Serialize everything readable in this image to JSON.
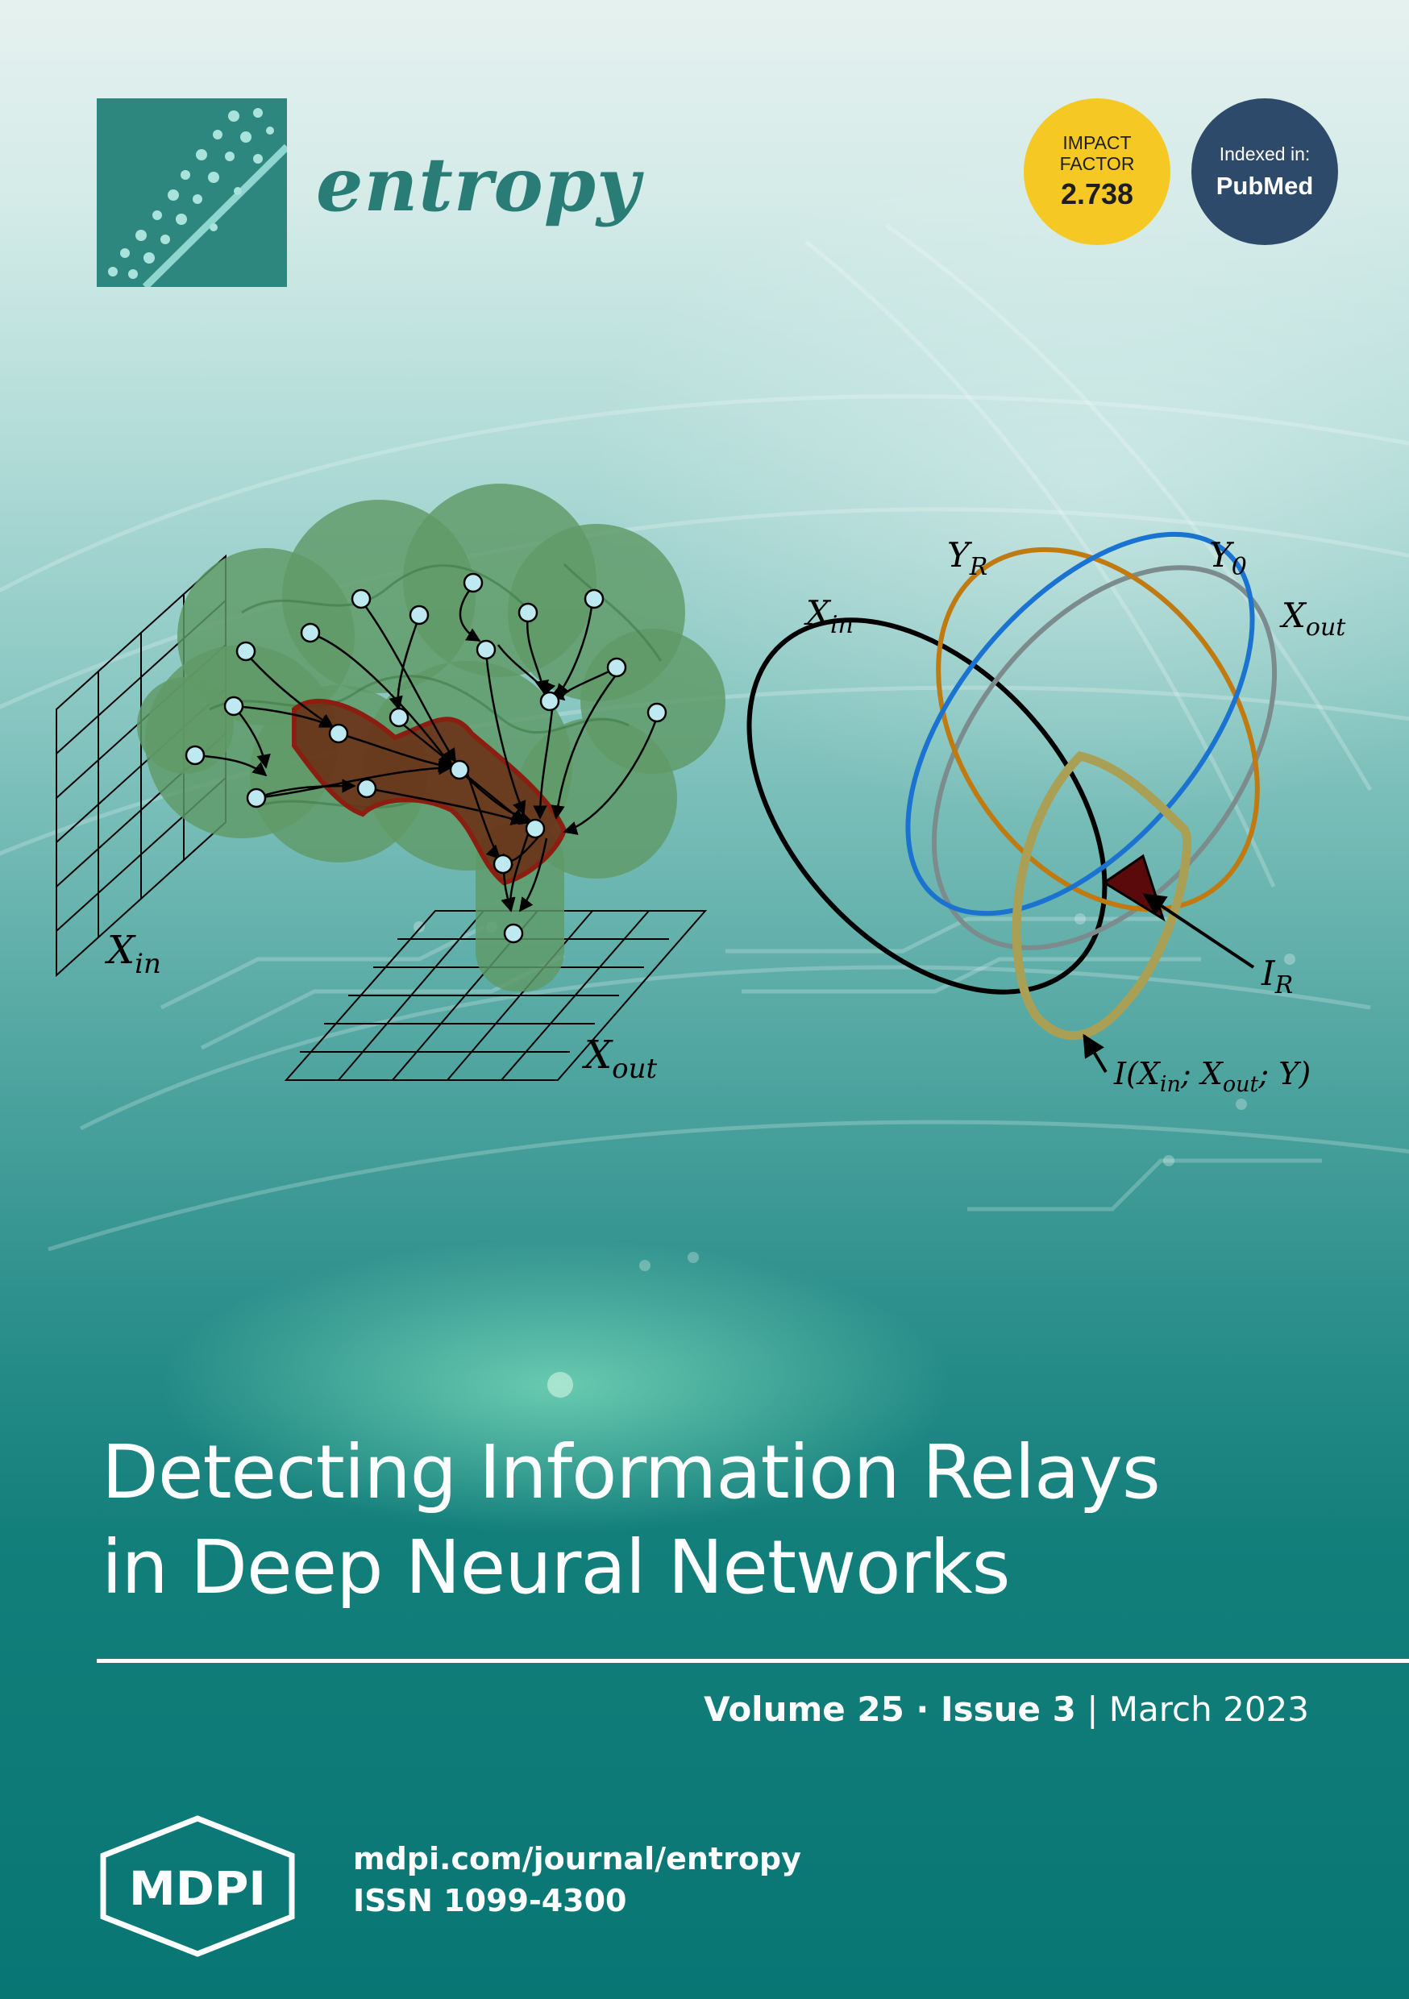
{
  "journal": {
    "name": "entropy"
  },
  "badges": {
    "impact_factor_label_1": "IMPACT",
    "impact_factor_label_2": "FACTOR",
    "impact_factor_value": "2.738",
    "indexed_label": "Indexed in:",
    "indexed_value": "PubMed"
  },
  "figure": {
    "x_in_left": "X",
    "x_in_left_sub": "in",
    "x_out_left": "X",
    "x_out_left_sub": "out",
    "y_r": "Y",
    "y_r_sub": "R",
    "y_0": "Y",
    "y_0_sub": "0",
    "x_in_right": "X",
    "x_in_right_sub": "in",
    "x_out_right": "X",
    "x_out_right_sub": "out",
    "i_r": "I",
    "i_r_sub": "R",
    "mutual_info": "I(X",
    "mutual_info_sub1": "in",
    "mutual_info_mid": "; X",
    "mutual_info_sub2": "out",
    "mutual_info_end": "; Y)",
    "colors": {
      "brain": "#5f9a66",
      "relay": "#6b2a12",
      "relay_outline": "#8a1e10",
      "node": "#bfe9f0",
      "ellipse_x_in": "#000000",
      "ellipse_y_r": "#c07a10",
      "ellipse_y_0": "#1a73d0",
      "ellipse_x_out": "#7c8c8c",
      "ellipse_mi": "#a9a055",
      "relay_region": "#5a0a0a"
    }
  },
  "title": {
    "line1": "Detecting Information Relays",
    "line2": "in Deep Neural Networks"
  },
  "issue": {
    "volume": "Volume 25",
    "sep": " · ",
    "issue": "Issue 3",
    "bar": " | ",
    "date": "March 2023"
  },
  "publisher": {
    "logo_text": "MDPI",
    "url": "mdpi.com/journal/entropy",
    "issn": "ISSN 1099-4300"
  }
}
